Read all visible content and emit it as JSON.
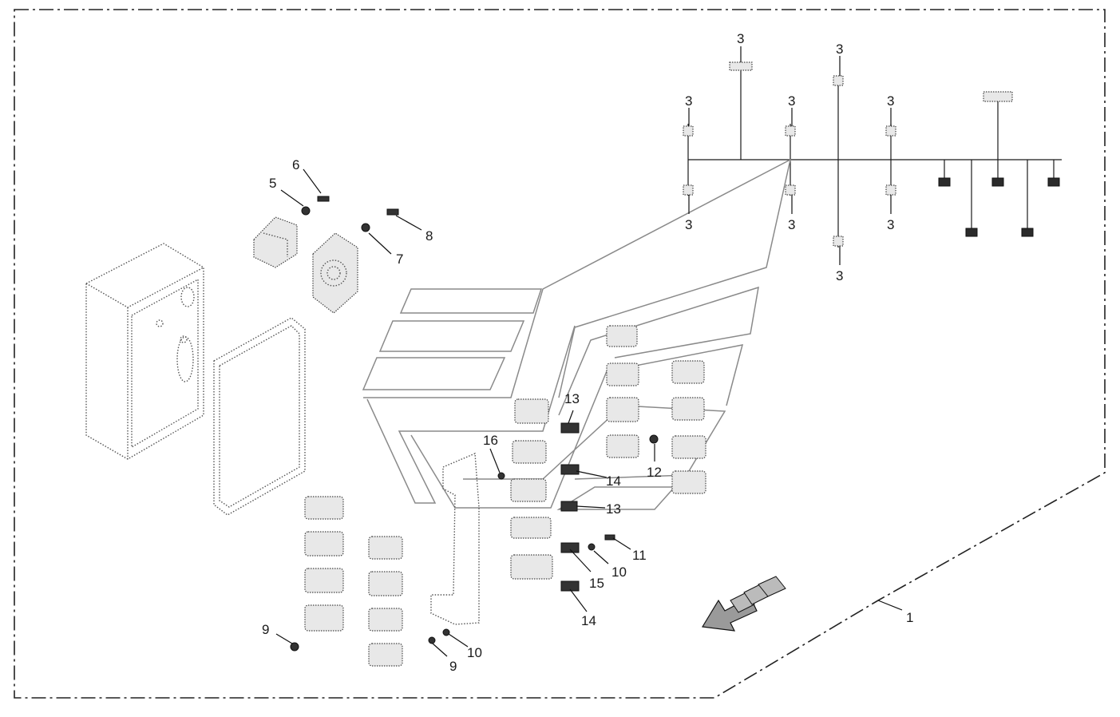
{
  "diagram": {
    "labels": {
      "l1": "1",
      "l3a": "3",
      "l3b": "3",
      "l3c": "3",
      "l3d": "3",
      "l3e": "3",
      "l3f": "3",
      "l3g": "3",
      "l3h": "3",
      "l3i": "3",
      "l5": "5",
      "l6": "6",
      "l7": "7",
      "l8": "8",
      "l9a": "9",
      "l9b": "9",
      "l10a": "10",
      "l10b": "10",
      "l11": "11",
      "l12": "12",
      "l13a": "13",
      "l13b": "13",
      "l14a": "14",
      "l14b": "14",
      "l15": "15",
      "l16": "16"
    }
  }
}
